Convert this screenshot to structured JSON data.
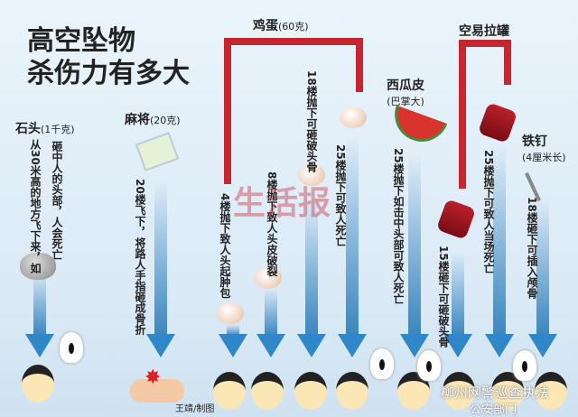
{
  "title": [
    "高空坠物",
    "杀伤力有多大"
  ],
  "items": [
    {
      "name": "石头",
      "weight": "(1千克)",
      "texts": [
        "砸中人的头部，人会死亡",
        "从30米高的地方飞下来，如"
      ]
    },
    {
      "name": "麻将",
      "weight": "(20克)",
      "texts": [
        "20楼飞下，将路人手指砸成骨折"
      ]
    },
    {
      "name": "鸡蛋",
      "weight": "(60克)",
      "texts": [
        "4楼抛下致人头起肿包",
        "8楼抛下致人头皮破裂",
        "18楼抛下可砸破头骨",
        "25楼抛下可致人死亡"
      ]
    },
    {
      "name": "西瓜皮",
      "weight": "(巴掌大)",
      "texts": [
        "25楼抛下如击中头部可致人死亡"
      ]
    },
    {
      "name": "空易拉罐",
      "weight": "",
      "texts": [
        "15楼砸下可砸破头骨",
        "25楼抛下可致人当场死亡"
      ]
    },
    {
      "name": "铁钉",
      "weight": "(4厘米长)",
      "texts": [
        "18楼砸下可插入颅骨"
      ]
    }
  ],
  "watermark": "生活报",
  "credit": "王靖/制图",
  "social_watermark": [
    "柳州网警巡查执法",
    "公安部门"
  ],
  "colors": {
    "accent": "#c8262e",
    "arrow": "#2f86c8"
  }
}
